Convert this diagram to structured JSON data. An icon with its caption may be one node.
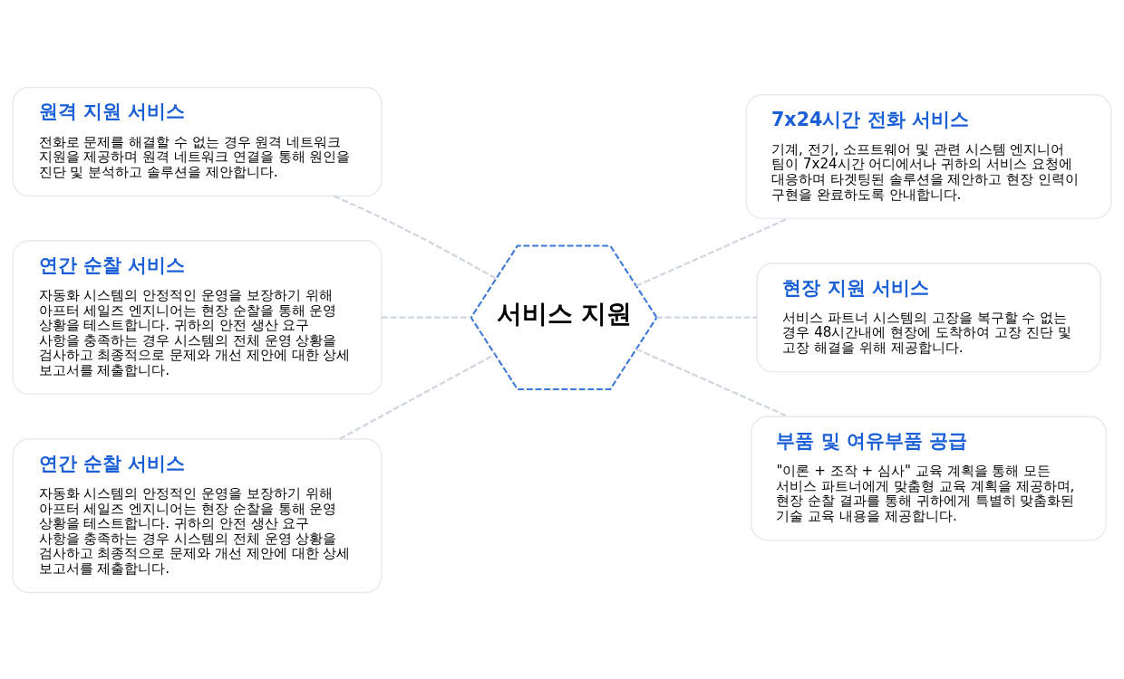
{
  "diagram": {
    "nodes": [
      {
        "text": [
          "원격 지원 서비스",
          "전화로 문제를 해결할 수 없는 경우 원격 네트워크 지원을 제공하며 원격 네트워크 연결을 통해 원인을 진단 및 분석하고 솔루션을 제안합니다."
        ]
      },
      {
        "text": [
          "7x24시간 전화 서비스",
          "기계, 전기, 소프트웨어 및 관련 시스템 엔지니어 팀이 7x24시간 어디에서나 귀하의 서비스 요청에 대응하며 타겟팅된 솔루션을 제안하고 현장 인력이 구현을 완료하도록 안내합니다."
        ]
      },
      {
        "text": [
          "연간 순찰 서비스",
          "자동화 시스템의 안정적인 운영을 보장하기 위해 아프터 세일즈 엔지니어는 현장 순찰을 통해 운영 상황을 테스트합니다. 귀하의 안전 생산 요구 사항을 충족하는 경우 시스템의 전체 운영 상황을 검사하고 최종적으로 문제와 개선 제안에 대한 상세 보고서를 제출합니다."
        ]
      },
      {
        "text": [
          "서비스 지원"
        ]
      },
      {
        "text": [
          "현장 지원 서비스",
          "서비스 파트너 시스템의 고장을 복구할 수 없는 경우 48시간내에 현장에 도착하여 고장 진단 및 고장 해결을 위해 제공합니다."
        ]
      },
      {
        "text": [
          "연간 순찰 서비스",
          "자동화 시스템의 안정적인 운영을 보장하기 위해 아프터 세일즈 엔지니어는 현장 순찰을 통해 운영 상황을 테스트합니다. 귀하의 안전 생산 요구 사항을 충족하는 경우 시스템의 전체 운영 상황을 검사하고 최종적으로 문제와 개선 제안에 대한 상세 보고서를 제출합니다."
        ]
      },
      {
        "text": [
          "부품 및 여유부품 공급",
          "\"이론 + 조작 + 심사\" 교육 계획을 통해 모든 서비스 파트너에게 맞춤형 교육 계획을 제공하며, 현장 순찰 결과를 통해 귀하에게 특별히 맞춤화된 기술 교육 내용을 제공합니다."
        ]
      }
    ],
    "edges": [
      {
        "from": 0,
        "to": 3,
        "arrow": "none",
        "style": "dashed"
      },
      {
        "from": 3,
        "to": 1,
        "arrow": "none",
        "style": "dashed"
      },
      {
        "from": 2,
        "to": 3,
        "arrow": "none",
        "style": "dashed"
      },
      {
        "from": 3,
        "to": 4,
        "arrow": "none",
        "style": "dashed"
      },
      {
        "from": 5,
        "to": 3,
        "arrow": "none",
        "style": "dashed"
      },
      {
        "from": 3,
        "to": 6,
        "arrow": "none",
        "style": "dashed"
      }
    ]
  }
}
